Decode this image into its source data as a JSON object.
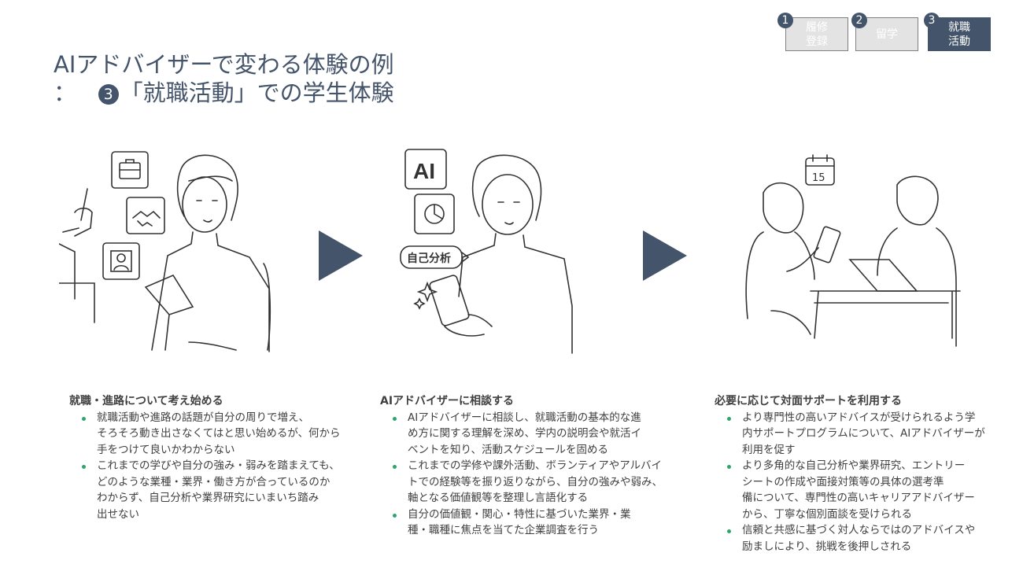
{
  "title": {
    "line1": "AIアドバイザーで変わる体験の例",
    "line2_prefix": "：",
    "line2_num": "3",
    "line2": "「就職活動」での学生体験"
  },
  "steps": [
    {
      "num": "1",
      "label": "履修\n登録",
      "active": false
    },
    {
      "num": "2",
      "label": "留学",
      "active": false
    },
    {
      "num": "3",
      "label": "就職\n活動",
      "active": true
    }
  ],
  "illustrations": {
    "ai_label": "AI",
    "self_analysis_bubble": "自己分析",
    "calendar_day": "15"
  },
  "columns": [
    {
      "heading": "就職・進路について考え始める",
      "bullets": [
        [
          "就職活動や進路の話題が自分の周りで増え、",
          "そろそろ動き出さなくてはと思い始めるが、何から",
          "手をつけて良いかわからない"
        ],
        [
          "これまでの学びや自分の強み・弱みを踏まえても、",
          "どのような業種・業界・働き方が合っているのか",
          "わからず、自己分析や業界研究にいまいち踏み",
          "出せない"
        ]
      ]
    },
    {
      "heading": "AIアドバイザーに相談する",
      "bullets": [
        [
          "AIアドバイザーに相談し、就職活動の基本的な進",
          "め方に関する理解を深め、学内の説明会や就活イ",
          "ベントを知り、活動スケジュールを固める"
        ],
        [
          "これまでの学修や課外活動、ボランティアやアルバイ",
          "トでの経験等を振り返りながら、自分の強みや弱み、",
          "軸となる価値観等を整理し言語化する"
        ],
        [
          "自分の価値観・関心・特性に基づいた業界・業",
          "種・職種に焦点を当てた企業調査を行う"
        ]
      ]
    },
    {
      "heading": "必要に応じて対面サポートを利用する",
      "bullets": [
        [
          "より専門性の高いアドバイスが受けられるよう学",
          "内サポートプログラムについて、AIアドバイザーが",
          "利用を促す"
        ],
        [
          "より多角的な自己分析や業界研究、エントリー",
          "シートの作成や面接対策等の具体の選考準",
          "備について、専門性の高いキャリアアドバイザー",
          "から、丁寧な個別面談を受けられる"
        ],
        [
          "信頼と共感に基づく対人ならではのアドバイスや",
          "励ましにより、挑戦を後押しされる"
        ]
      ]
    }
  ],
  "colors": {
    "accent": "#44546a",
    "bullet": "#2fa56b",
    "inactive_step": "#e3e3e3"
  }
}
